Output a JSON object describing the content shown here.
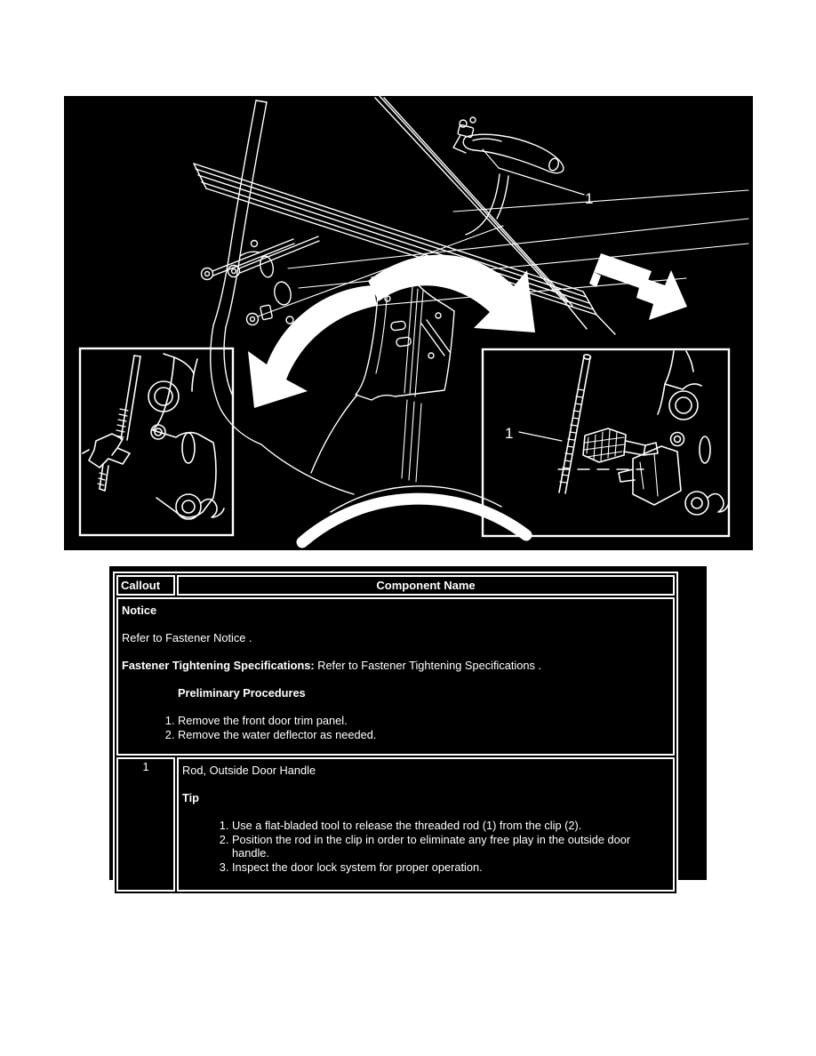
{
  "diagram": {
    "background": "#000000",
    "line_color": "#ffffff",
    "main_callout": "1",
    "inset_callout": "1"
  },
  "table": {
    "background": "#000000",
    "text_color": "#ffffff",
    "header": {
      "callout": "Callout",
      "component": "Component Name"
    },
    "notice": {
      "title": "Notice",
      "refer_line": "Refer to Fastener Notice .",
      "spec_label": "Fastener Tightening Specifications:",
      "spec_text": " Refer to Fastener Tightening Specifications .",
      "preliminary_title": "Preliminary Procedures",
      "steps": [
        "Remove the front door trim panel.",
        "Remove the water deflector as needed."
      ]
    },
    "rows": [
      {
        "callout": "1",
        "component": "Rod, Outside Door Handle",
        "tip_label": "Tip",
        "steps": [
          "Use a flat-bladed tool to release the threaded rod (1) from the clip (2).",
          "Position the rod in the clip in order to eliminate any free play in the outside door handle.",
          "Inspect the door lock system for proper operation."
        ]
      }
    ]
  }
}
